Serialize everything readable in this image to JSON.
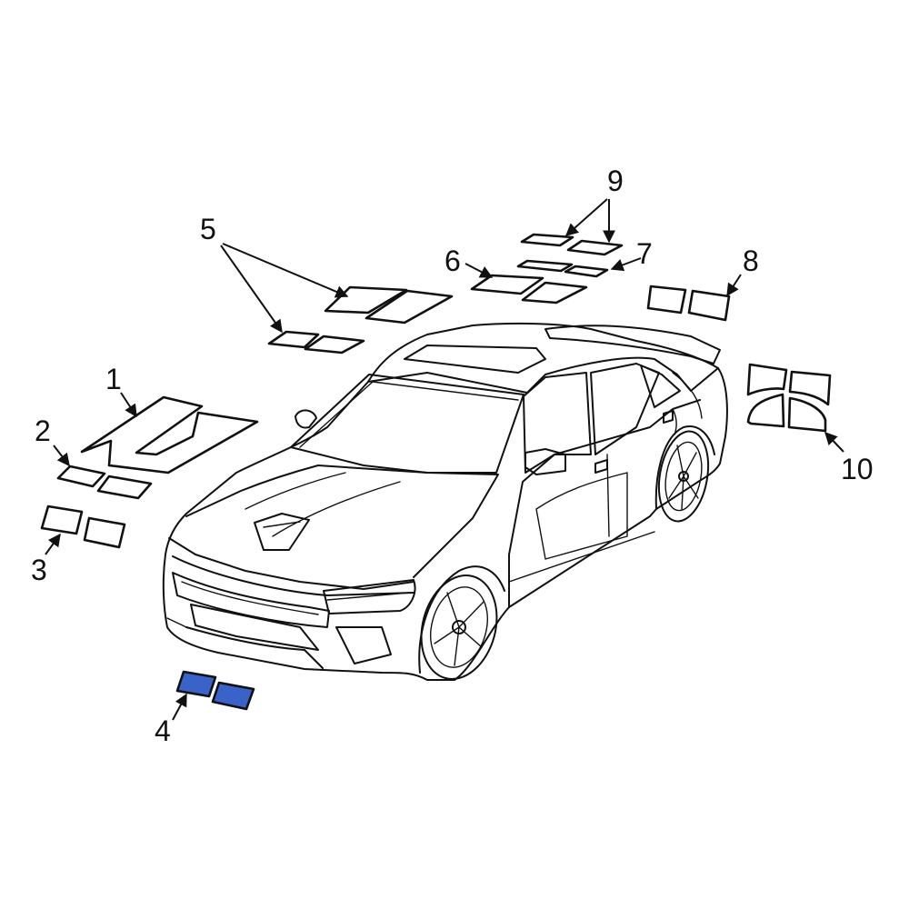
{
  "colors": {
    "highlight": "#3a63c9",
    "line": "#111111",
    "background": "#ffffff"
  },
  "callouts": [
    "1",
    "2",
    "3",
    "4",
    "5",
    "6",
    "7",
    "8",
    "9",
    "10"
  ],
  "highlighted_callout": "4"
}
